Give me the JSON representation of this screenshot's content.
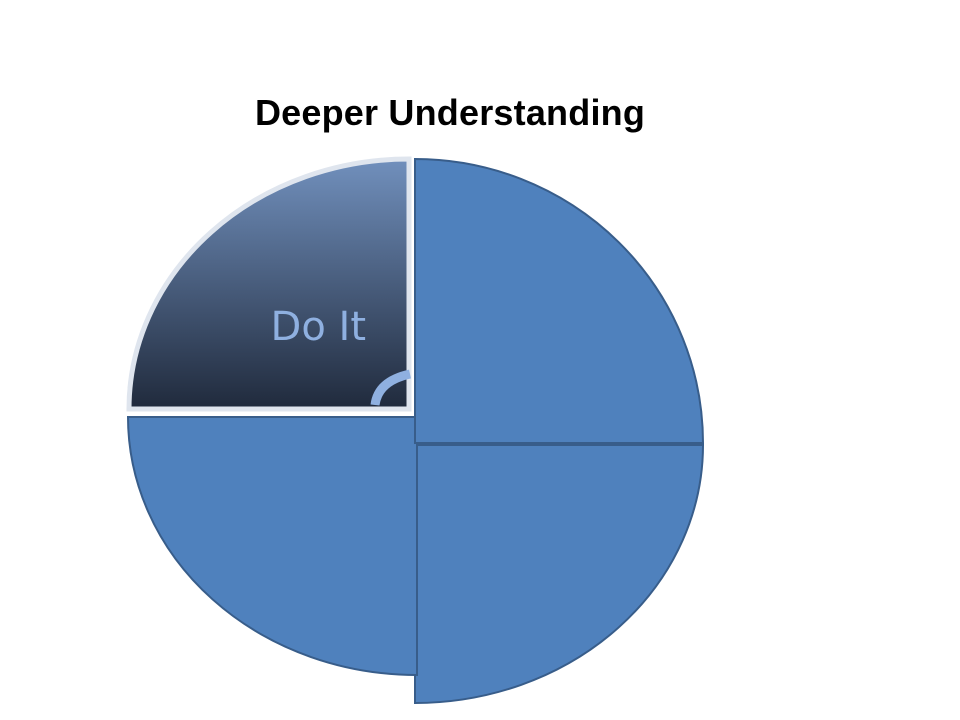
{
  "slide": {
    "title": "Deeper Understanding"
  },
  "cycle": {
    "segments": [
      {
        "id": "top-left",
        "label": "Do It",
        "highlighted": true
      },
      {
        "id": "top-right",
        "label": "",
        "highlighted": false
      },
      {
        "id": "bottom-right",
        "label": "",
        "highlighted": false
      },
      {
        "id": "bottom-left",
        "label": "",
        "highlighted": false
      }
    ],
    "colors": {
      "segment_fill": "#4f81bd",
      "segment_stroke": "#385d8a",
      "highlight_top": "#7190bd",
      "highlight_bottom": "#202a3c",
      "label": "#8fb0e0",
      "arrow": "#8fb0e0"
    }
  }
}
